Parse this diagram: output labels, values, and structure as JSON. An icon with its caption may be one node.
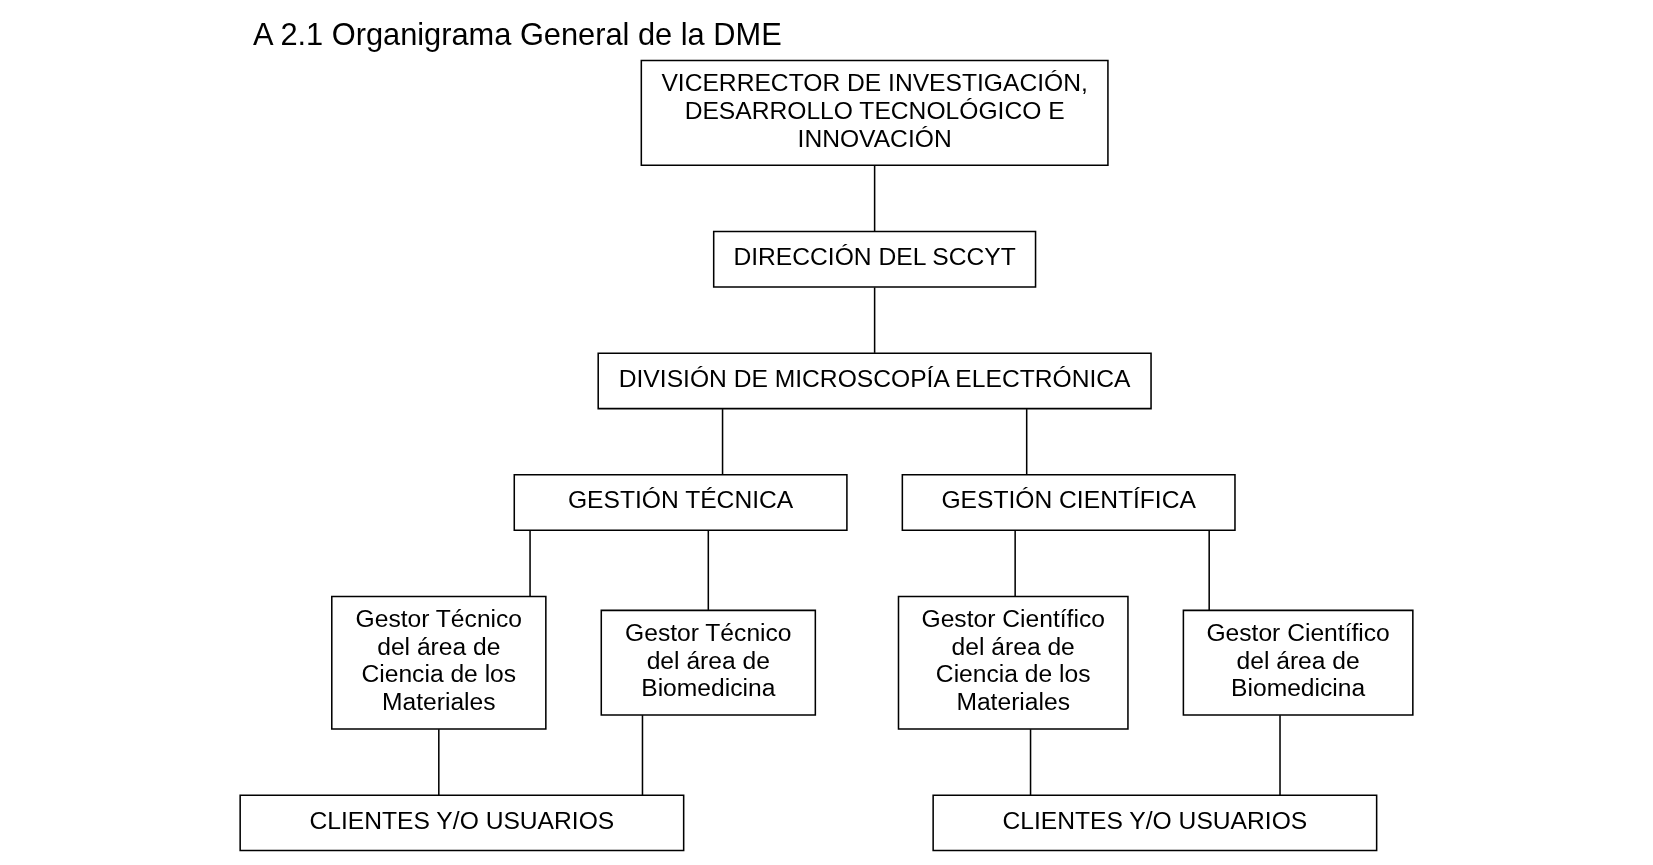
{
  "diagram": {
    "title": "A 2.1 Organigrama General de la DME",
    "nodes": [
      {
        "text": [
          "VICERRECTOR DE INVESTIGACIÓN, DESARROLLO TECNOLÓGICO E INNOVACIÓN"
        ]
      },
      {
        "text": [
          "DIRECCIÓN DEL SCCYT"
        ]
      },
      {
        "text": [
          "DIVISIÓN DE MICROSCOPÍA ELECTRÓNICA"
        ]
      },
      {
        "text": [
          "GESTIÓN TÉCNICA"
        ]
      },
      {
        "text": [
          "GESTIÓN CIENTÍFICA"
        ]
      },
      {
        "text": [
          "Gestor Técnico del área de Ciencia de los Materiales"
        ]
      },
      {
        "text": [
          "Gestor Técnico del área de Biomedicina"
        ]
      },
      {
        "text": [
          "Gestor Científico del área de Ciencia de los Materiales"
        ]
      },
      {
        "text": [
          "Gestor Científico del área de Biomedicina"
        ]
      },
      {
        "text": [
          "CLIENTES Y/O USUARIOS"
        ]
      },
      {
        "text": [
          "CLIENTES Y/O USUARIOS"
        ]
      }
    ],
    "edges": [
      {
        "from": 0,
        "to": 1,
        "arrow": "none"
      },
      {
        "from": 1,
        "to": 2,
        "arrow": "none"
      },
      {
        "from": 2,
        "to": 3,
        "arrow": "none"
      },
      {
        "from": 2,
        "to": 4,
        "arrow": "none"
      },
      {
        "from": 3,
        "to": 5,
        "arrow": "none"
      },
      {
        "from": 3,
        "to": 6,
        "arrow": "none"
      },
      {
        "from": 4,
        "to": 7,
        "arrow": "none"
      },
      {
        "from": 4,
        "to": 8,
        "arrow": "none"
      },
      {
        "from": 5,
        "to": 9,
        "arrow": "none"
      },
      {
        "from": 6,
        "to": 9,
        "arrow": "none"
      },
      {
        "from": 7,
        "to": 10,
        "arrow": "none"
      },
      {
        "from": 8,
        "to": 10,
        "arrow": "none"
      }
    ]
  }
}
